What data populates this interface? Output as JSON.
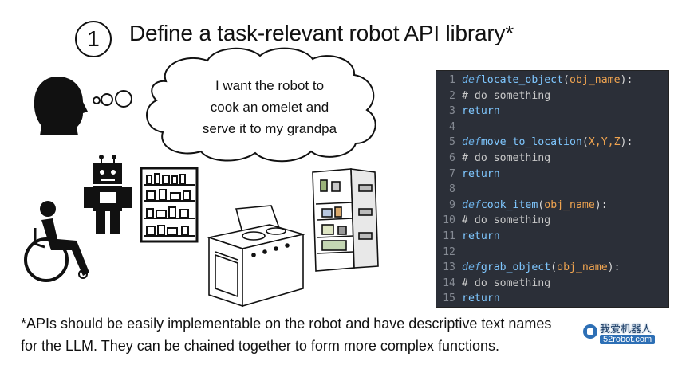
{
  "header": {
    "step_number": "1",
    "title": "Define a task-relevant robot API library*"
  },
  "speech_bubble": {
    "lines": [
      "I want the robot to",
      "cook an omelet and",
      "serve it to my grandpa"
    ]
  },
  "code": {
    "lines": [
      {
        "num": "1",
        "kw": "def",
        "fn": "locate_object",
        "params": "obj_name",
        "sep": "",
        "tail": ":"
      },
      {
        "num": "2",
        "comment": "# do something"
      },
      {
        "num": "3",
        "ret": "return"
      },
      {
        "num": "4"
      },
      {
        "num": "5",
        "kw": "def",
        "fn": "move_to_location",
        "params": "X,Y,Z",
        "tail": ":"
      },
      {
        "num": "6",
        "comment": "# do something"
      },
      {
        "num": "7",
        "ret": "return"
      },
      {
        "num": "8"
      },
      {
        "num": "9",
        "kw": "def",
        "fn": "cook_item",
        "params": "obj_name",
        "tail": ":"
      },
      {
        "num": "10",
        "comment": "# do something"
      },
      {
        "num": "11",
        "ret": "return"
      },
      {
        "num": "12"
      },
      {
        "num": "13",
        "kw": "def",
        "fn": "grab_object",
        "params": "obj_name",
        "tail": ":"
      },
      {
        "num": "14",
        "comment": "# do something"
      },
      {
        "num": "15",
        "ret": "return"
      }
    ]
  },
  "footnote": {
    "line1": "*APIs should be easily implementable on the robot and have descriptive text names",
    "line2": "for the LLM. They can be chained together to form more complex functions."
  },
  "watermark": {
    "text": "我爱机器人",
    "url": "52robot.com"
  }
}
